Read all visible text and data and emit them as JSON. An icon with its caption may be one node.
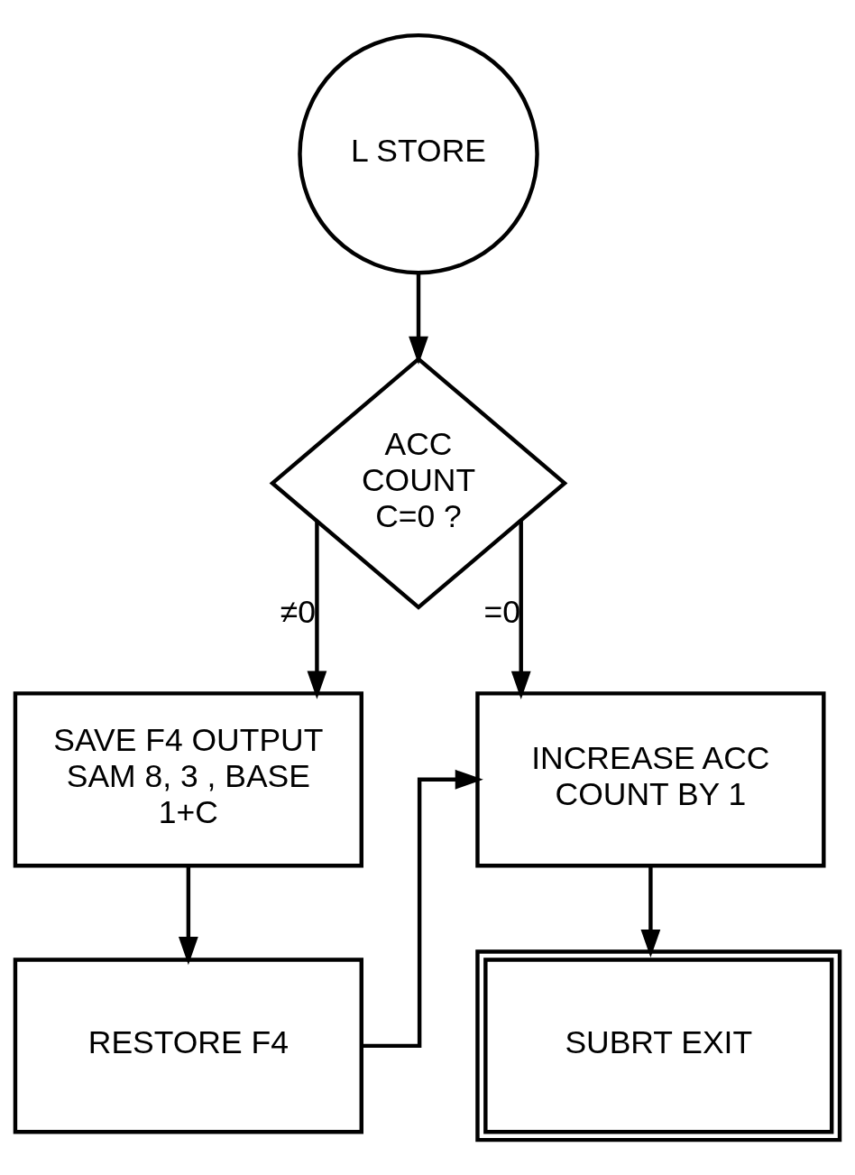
{
  "diagram": {
    "nodes": [
      {
        "text": [
          "L STORE"
        ]
      },
      {
        "text": [
          "ACC COUNT C=0 ?"
        ]
      },
      {
        "text": [
          "SAVE F4 OUTPUT SAM 8, 3 , BASE 1+C"
        ]
      },
      {
        "text": [
          "RESTORE F4"
        ]
      },
      {
        "text": [
          "INCREASE ACC COUNT BY 1"
        ]
      },
      {
        "text": [
          "SUBRT EXIT"
        ]
      }
    ],
    "edges": [
      {
        "from": 0,
        "to": 1,
        "arrow": "to"
      },
      {
        "from": 1,
        "to": 2,
        "arrow": "to",
        "label": "≠0"
      },
      {
        "from": 1,
        "to": 4,
        "arrow": "to",
        "label": "=0"
      },
      {
        "from": 2,
        "to": 3,
        "arrow": "to"
      },
      {
        "from": 3,
        "to": 4,
        "arrow": "to"
      },
      {
        "from": 4,
        "to": 5,
        "arrow": "to"
      }
    ]
  }
}
